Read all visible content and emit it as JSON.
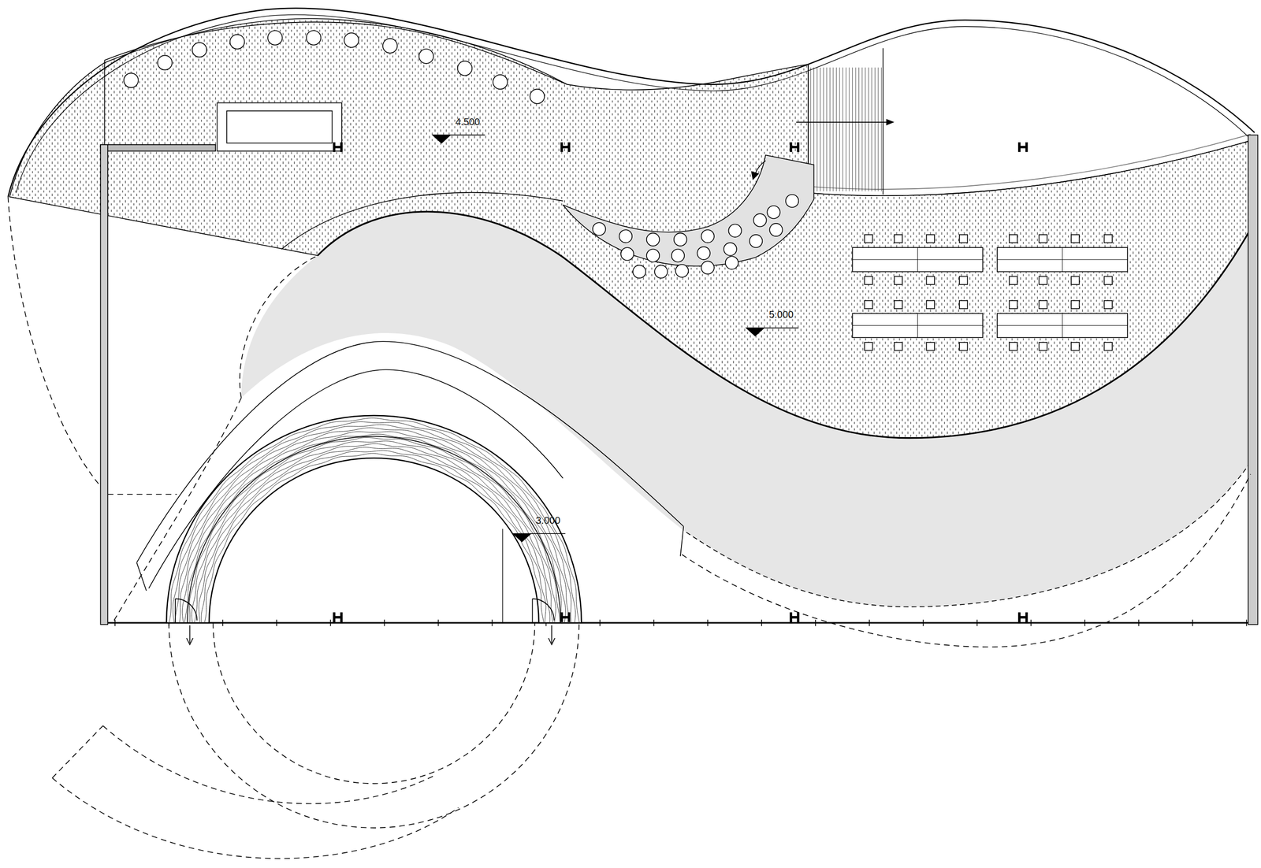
{
  "diagram": {
    "labels": [
      "4.500",
      "5.000",
      "3.000"
    ]
  }
}
